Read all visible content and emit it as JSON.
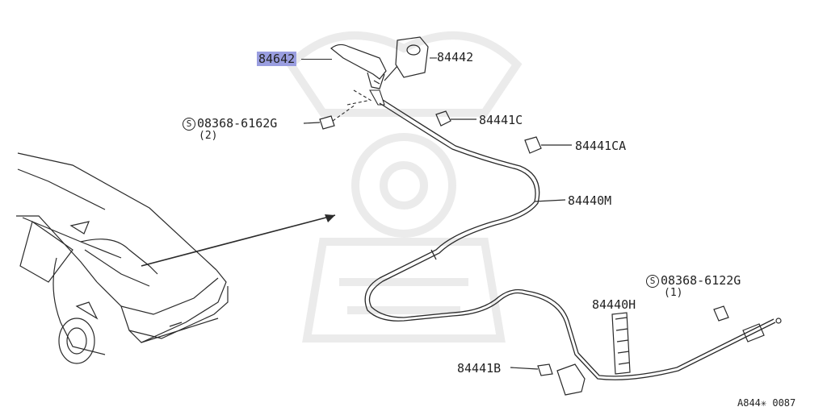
{
  "colors": {
    "line": "#2a2a2a",
    "highlight": "#9a9ee0",
    "watermark": "#ebebeb"
  },
  "parts": {
    "p84642": "84642",
    "p84442": "84442",
    "p84441C": "84441C",
    "p84441CA": "84441CA",
    "p84440M": "84440M",
    "p84440H": "84440H",
    "p84441B": "84441B",
    "bolt_top": "08368-6162G",
    "bolt_top_qty": "(2)",
    "bolt_bottom": "08368-6122G",
    "bolt_bottom_qty": "(1)",
    "bolt_prefix": "S"
  },
  "diagram_id": "A844✳ 0087"
}
